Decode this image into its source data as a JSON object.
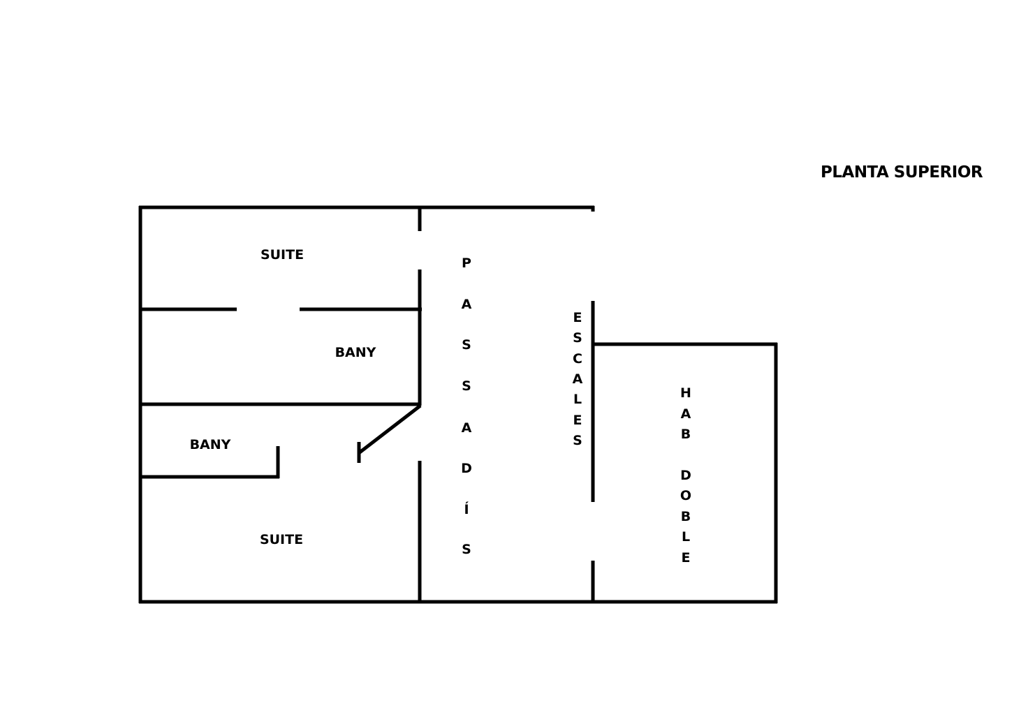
{
  "title": "PLANTA SUPERIOR",
  "rooms": {
    "suite_top": "SUITE",
    "bany_top": "BANY",
    "bany_bottom": "BANY",
    "suite_bottom": "SUITE",
    "passadis": [
      "P",
      "A",
      "S",
      "S",
      "A",
      "D",
      "Í",
      "S"
    ],
    "escales": [
      "E",
      "S",
      "C",
      "A",
      "L",
      "E",
      "S"
    ],
    "hab_doble": [
      "H",
      "A",
      "B",
      "",
      "D",
      "O",
      "B",
      "L",
      "E"
    ]
  }
}
